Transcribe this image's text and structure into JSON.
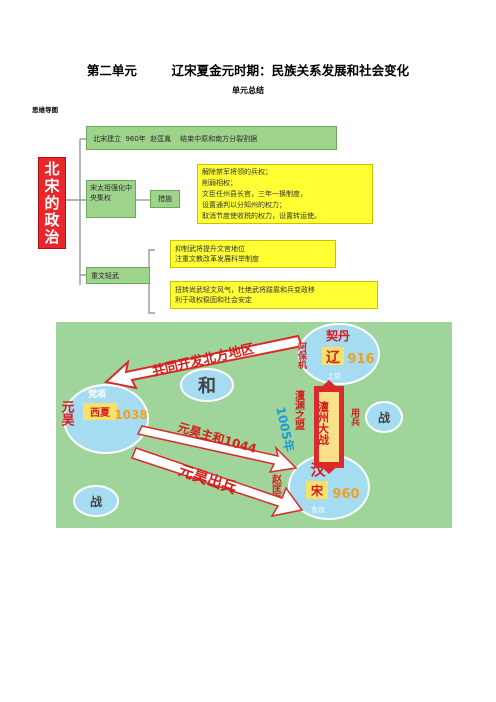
{
  "header": {
    "title": "第二单元        辽宋夏金元时期：民族关系发展和社会变化",
    "subtitle": "单元总结",
    "mindmap_label": "思维导图"
  },
  "mindmap": {
    "root": "北宋的政治",
    "top_box": "北宋建立  960年  赵匡胤    结束中原和南方分裂割据",
    "zhao_box": "宋太祖强化中央集权",
    "measures_box": "措施",
    "measures_detail": [
      "解除禁军将领的兵权；",
      "削弱相权；",
      "文臣任州县长官，三年一换制度，",
      "设置通判以分知州的权力；",
      "取消节度使收税的权力，设置转运使。"
    ],
    "zhongwen_box": "重文轻武",
    "zhongwen_detail_1": [
      "抑制武将提升文官地位",
      "注重文教改革发展科举制度"
    ],
    "zhongwen_detail_2": [
      "扭转尚武轻文风气，杜绝武将跋扈和兵变政移",
      "利于政权稳固和社会安定"
    ]
  },
  "map": {
    "arrow_top": "共同开发北方地区",
    "he": "和",
    "zhan_right": "战",
    "zhan_left": "战",
    "liao_qidan": "契丹",
    "liao_char": "辽",
    "liao_year": "916",
    "liao_capital": "上京",
    "liao_founder": "阿保机",
    "xixia_dangxiang": "党项",
    "xixia_name": "西夏",
    "xixia_year": "1038",
    "xixia_founder": "元昊",
    "song_han": "汉",
    "song_name": "宋",
    "song_year": "960",
    "song_capital": "东京",
    "song_founder": "赵匡胤",
    "chanyuan_mengyue": "澶渊之盟",
    "chanzhou_battle": "澶州大战",
    "year_1005": "1005年",
    "yongbing": "用兵",
    "yuanhao_yihe": "元昊主和1044",
    "yuanhao_chubing": "元昊出兵"
  }
}
